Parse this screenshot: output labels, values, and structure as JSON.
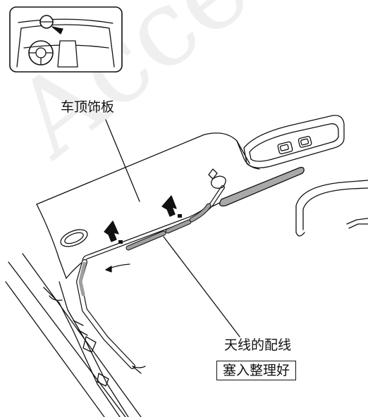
{
  "watermark": "Acce",
  "labels": {
    "roof_trim": "车顶饰板",
    "antenna_wire": "天线的配线",
    "tuck_in": "塞入整理好"
  },
  "icons": {
    "locator": "car-interior-locator-icon",
    "push_arrow": "up-arrow-icon",
    "tuck_arrow": "left-arrow-icon"
  }
}
